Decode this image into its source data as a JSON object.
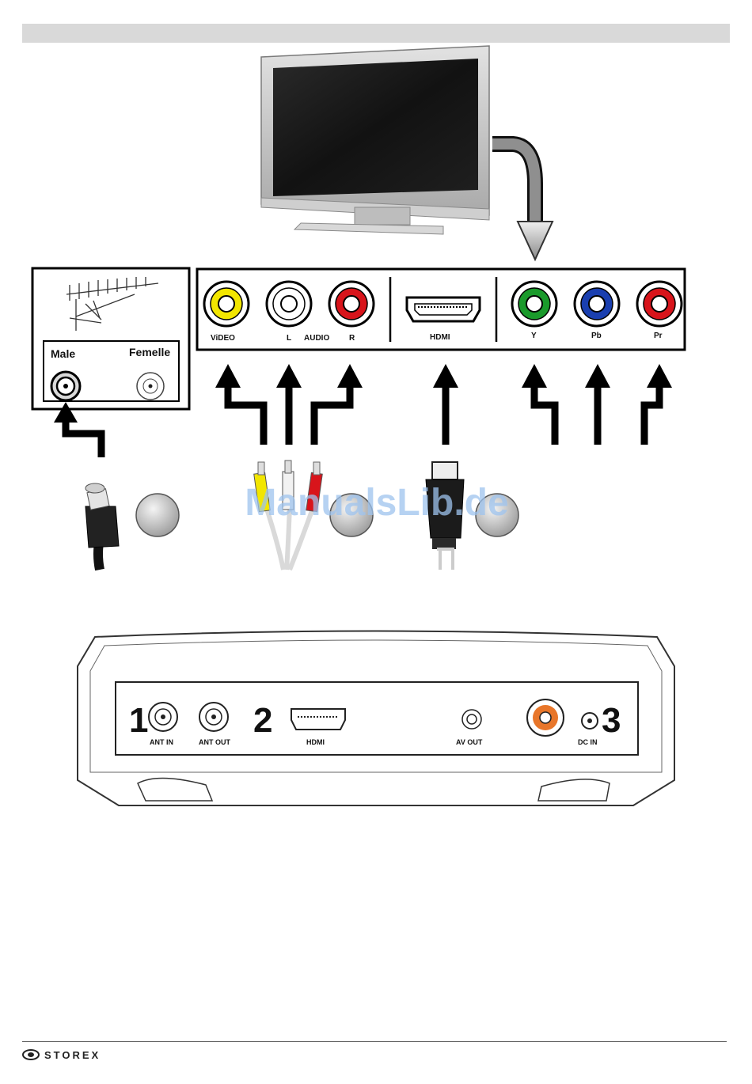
{
  "tv_panel": {
    "composite": {
      "video_label": "ViDEO",
      "left_label": "L",
      "audio_label": "AUDIO",
      "right_label": "R"
    },
    "hdmi_label": "HDMI",
    "component": {
      "y_label": "Y",
      "pb_label": "Pb",
      "pr_label": "Pr"
    }
  },
  "antenna_panel": {
    "male_label": "Male",
    "female_label": "Femelle"
  },
  "device_panel": {
    "step1": "1",
    "ant_in_label": "ANT IN",
    "ant_out_label": "ANT OUT",
    "step2": "2",
    "hdmi_label": "HDMI",
    "av_out_label": "AV OUT",
    "dc_in_label": "DC IN",
    "step3": "3"
  },
  "watermark": "ManualsLib.de",
  "footer": {
    "brand": "STOREX"
  },
  "colors": {
    "video_yellow": "#f2e600",
    "audio_white": "#ffffff",
    "audio_red": "#d8141b",
    "comp_green": "#1a9a2b",
    "comp_blue": "#1a3fb0",
    "comp_red": "#d8141b",
    "av_orange": "#e8762a",
    "watermark": "#9ec3ee"
  }
}
